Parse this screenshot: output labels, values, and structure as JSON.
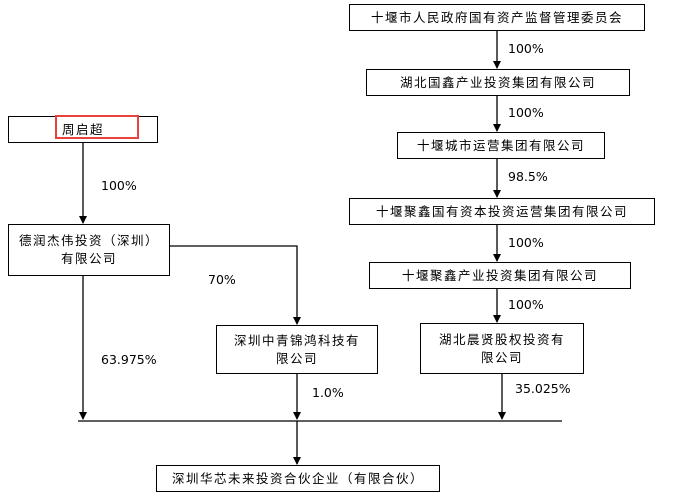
{
  "entities": {
    "sasac": "十堰市人民政府国有资产监督管理委员会",
    "guoxin": "湖北国鑫产业投资集团有限公司",
    "city_ops": "十堰城市运营集团有限公司",
    "juxin_capital": "十堰聚鑫国有资本投资运营集团有限公司",
    "juxin_industry": "十堰聚鑫产业投资集团有限公司",
    "chenxian_line1": "湖北晨贤股权投资有",
    "chenxian_line2": "限公司",
    "zhou": "周启超",
    "derun_line1": "德润杰伟投资（深圳）",
    "derun_line2": "有限公司",
    "zhongqing_line1": "深圳中青锦鸿科技有",
    "zhongqing_line2": "限公司",
    "target": "深圳华芯未来投资合伙企业（有限合伙）"
  },
  "stakes": {
    "sasac_guoxin": "100%",
    "guoxin_city": "100%",
    "city_juxin_capital": "98.5%",
    "juxin_capital_industry": "100%",
    "juxin_industry_chenxian": "100%",
    "zhou_derun": "100%",
    "derun_zhongqing": "70%",
    "derun_target": "63.975%",
    "zhongqing_target": "1.0%",
    "chenxian_target": "35.025%"
  },
  "colors": {
    "highlight": "#e8423a",
    "line": "#000000"
  }
}
